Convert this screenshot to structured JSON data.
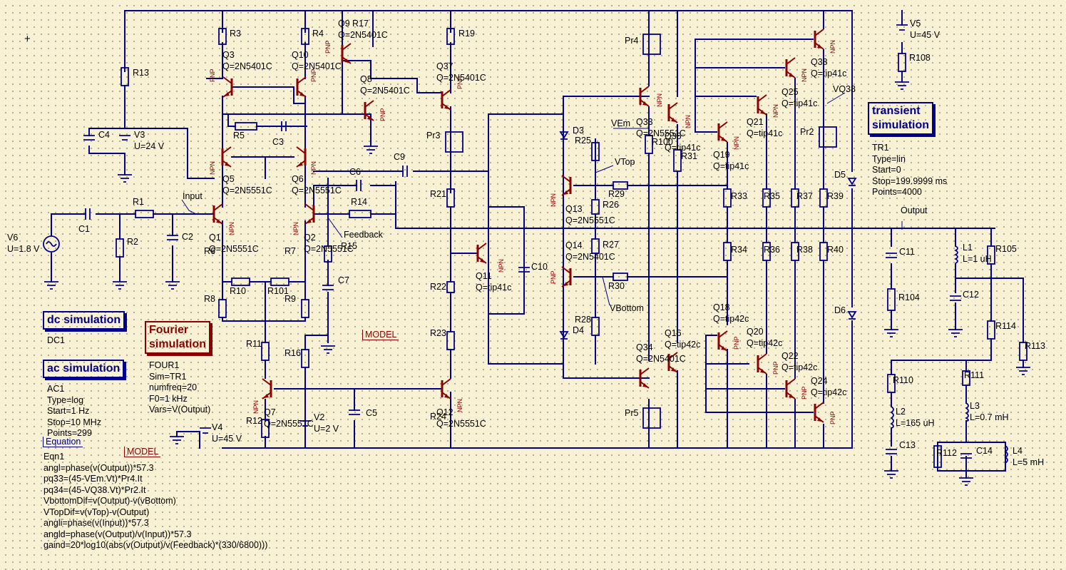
{
  "simulations": {
    "dc": {
      "title": "dc simulation",
      "name": "DC1"
    },
    "ac": {
      "title": "ac simulation",
      "lines": [
        "AC1",
        "Type=log",
        "Start=1 Hz",
        "Stop=10 MHz",
        "Points=299"
      ]
    },
    "fourier": {
      "title_line1": "Fourier",
      "title_line2": "simulation",
      "lines": [
        "FOUR1",
        "Sim=TR1",
        "numfreq=20",
        "F0=1 kHz",
        "Vars=V(Output)"
      ]
    },
    "transient": {
      "title_line1": "transient",
      "title_line2": "simulation",
      "lines": [
        "TR1",
        "Type=lin",
        "Start=0",
        "Stop=199.9999 ms",
        "Points=4000"
      ]
    }
  },
  "models": {
    "model1": "MODEL",
    "model2": "MODEL",
    "equation_tag": "Equation"
  },
  "equation": {
    "lines": [
      "Eqn1",
      "angl=phase(v(Output))*57.3",
      "pq33=(45-VEm.Vt)*Pr4.It",
      "pq34=(45-VQ38.Vt)*Pr2.It",
      "VbottomDif=v(Output)-v(vBottom)",
      "VTopDif=v(vTop)-v(Output)",
      "angli=phase(v(Input))*57.3",
      "angld=phase(v(Output)/v(Input))*57.3",
      "gaind=20*log10(abs(v(Output)/v(Feedback)*(330/6800)))"
    ]
  },
  "sources": {
    "v6": [
      "V6",
      "U=1.8 V"
    ],
    "v3": [
      "V3",
      "U=24 V"
    ],
    "v5": [
      "V5",
      "U=45 V"
    ],
    "v4": [
      "V4",
      "U=45 V"
    ],
    "v2": [
      "V2",
      "U=2 V"
    ]
  },
  "transistors": {
    "q1": [
      "Q1",
      "Q=2N5551C"
    ],
    "q2": [
      "Q2",
      "Q=2N5551C"
    ],
    "q3": [
      "Q3",
      "Q=2N5401C"
    ],
    "q10": [
      "Q10",
      "Q=2N5401C"
    ],
    "q5": [
      "Q5",
      "Q=2N5551C"
    ],
    "q6": [
      "Q6",
      "Q=2N5551C"
    ],
    "q9": [
      "Q9",
      "Q=2N5401C"
    ],
    "q8": [
      "Q8",
      "Q=2N5401C"
    ],
    "q37": [
      "Q37",
      "Q=2N5401C"
    ],
    "q11": [
      "Q11",
      "Q=tip41c"
    ],
    "q13": [
      "Q13",
      "Q=2N5551C"
    ],
    "q14": [
      "Q14",
      "Q=2N5401C"
    ],
    "q33": [
      "Q33",
      "Q=2N5551C"
    ],
    "q34": [
      "Q34",
      "Q=2N5401C"
    ],
    "q35": [
      "Q35",
      "Q=tip41c"
    ],
    "q16": [
      "Q16",
      "Q=tip42c"
    ],
    "q19": [
      "Q19",
      "Q=tip41c"
    ],
    "q21": [
      "Q21",
      "Q=tip41c"
    ],
    "q25": [
      "Q25",
      "Q=tip41c"
    ],
    "q38": [
      "Q38",
      "Q=tip41c"
    ],
    "q18": [
      "Q18",
      "Q=tip42c"
    ],
    "q20": [
      "Q20",
      "Q=tip42c"
    ],
    "q22": [
      "Q22",
      "Q=tip42c"
    ],
    "q24": [
      "Q24",
      "Q=tip42c"
    ],
    "q7": [
      "Q7",
      "Q=2N5551C"
    ],
    "q12": [
      "Q12",
      "Q=2N5551C"
    ]
  },
  "type_tags": {
    "npn": "NPN",
    "pnp": "PNP"
  },
  "resistors": [
    "R1",
    "R2",
    "R3",
    "R4",
    "R5",
    "R6",
    "R7",
    "R8",
    "R9",
    "R10",
    "R101",
    "R11",
    "R12",
    "R13",
    "R14",
    "R15",
    "R16",
    "R17",
    "R19",
    "R21",
    "R22",
    "R23",
    "R24",
    "R25",
    "R26",
    "R27",
    "R28",
    "R29",
    "R30",
    "R31",
    "R33",
    "R34",
    "R35",
    "R36",
    "R37",
    "R38",
    "R39",
    "R40",
    "R100",
    "R104",
    "R105",
    "R108",
    "R110",
    "R111",
    "R112",
    "R113",
    "R114"
  ],
  "capacitors": [
    "C1",
    "C2",
    "C3",
    "C4",
    "C5",
    "C6",
    "C7",
    "C9",
    "C10",
    "C11",
    "C12",
    "C13",
    "C14"
  ],
  "inductors": {
    "l1": [
      "L1",
      "L=1 uH"
    ],
    "l2": [
      "L2",
      "L=165 uH"
    ],
    "l3": [
      "L3",
      "L=0.7 mH"
    ],
    "l4": [
      "L4",
      "L=5 mH"
    ]
  },
  "diodes": [
    "D3",
    "D4",
    "D5",
    "D6"
  ],
  "probes": [
    "Pr2",
    "Pr3",
    "Pr4",
    "Pr5"
  ],
  "nodes": {
    "input": "Input",
    "feedback": "Feedback",
    "vtop": "VTop",
    "vbottom": "VBottom",
    "vem": "VEm",
    "vq38": "VQ38",
    "output": "Output"
  },
  "cursor_mark": "+",
  "colors": {
    "wire": "#00008b",
    "transistor": "#8b0000",
    "background": "#f8f1d4"
  }
}
